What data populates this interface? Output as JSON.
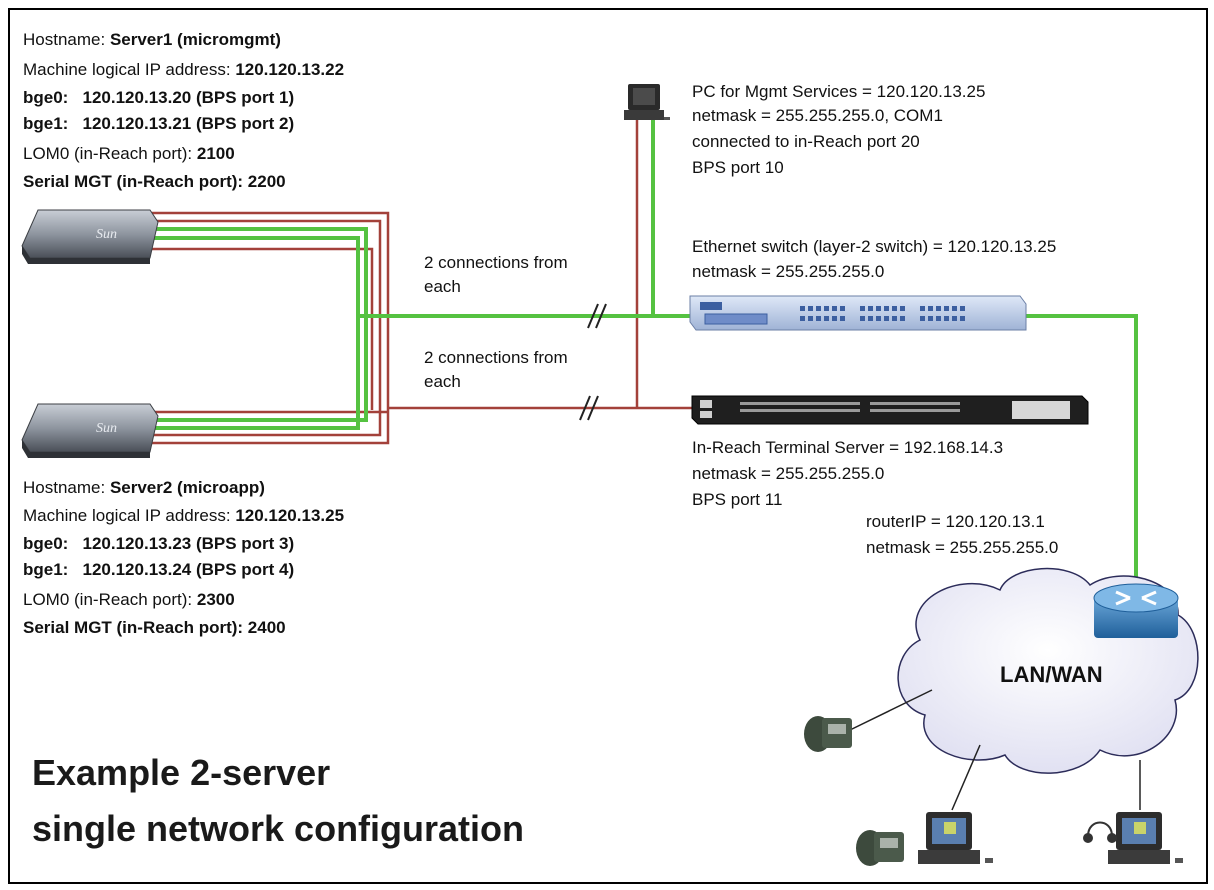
{
  "server1": {
    "hostname_label": "Hostname:",
    "hostname_value": "Server1 (micromgmt)",
    "ip_label": "Machine logical IP address:",
    "ip_value": "120.120.13.22",
    "bge0": "bge0:",
    "bge0_value": "120.120.13.20 (BPS port 1)",
    "bge1": "bge1:",
    "bge1_value": "120.120.13.21 (BPS port 2)",
    "lom_label": "LOM0 (in-Reach port):",
    "lom_value": "2100",
    "serial": "Serial MGT (in-Reach port): 2200"
  },
  "server2": {
    "hostname_label": "Hostname:",
    "hostname_value": "Server2 (microapp)",
    "ip_label": "Machine logical IP address:",
    "ip_value": "120.120.13.25",
    "bge0": "bge0:",
    "bge0_value": "120.120.13.23 (BPS port 3)",
    "bge1": "bge1:",
    "bge1_value": "120.120.13.24 (BPS port 4)",
    "lom_label": "LOM0 (in-Reach port):",
    "lom_value": "2300",
    "serial": "Serial MGT (in-Reach port): 2400"
  },
  "pc": {
    "line1": "PC for Mgmt Services = 120.120.13.25",
    "line2": "netmask = 255.255.255.0, COM1",
    "line3": "connected to in-Reach port 20",
    "line4": "BPS port 10"
  },
  "switch": {
    "line1": "Ethernet switch (layer-2 switch) = 120.120.13.25",
    "line2": "netmask = 255.255.255.0"
  },
  "terminal_server": {
    "line1": "In-Reach Terminal Server = 192.168.14.3",
    "line2": "netmask = 255.255.255.0",
    "line3": "BPS port 11"
  },
  "router": {
    "line1": "routerIP = 120.120.13.1",
    "line2": "netmask = 255.255.255.0"
  },
  "connections": {
    "upper_1": "2 connections from",
    "upper_2": "each",
    "lower_1": "2 connections from",
    "lower_2": "each"
  },
  "cloud_label": "LAN/WAN",
  "title": {
    "line1": "Example 2-server",
    "line2": "single network configuration"
  },
  "colors": {
    "ethernet": "#55c241",
    "serial": "#a3413a",
    "cloud": "#e6e6f5"
  },
  "device_labels": {
    "sun": "Sun"
  }
}
